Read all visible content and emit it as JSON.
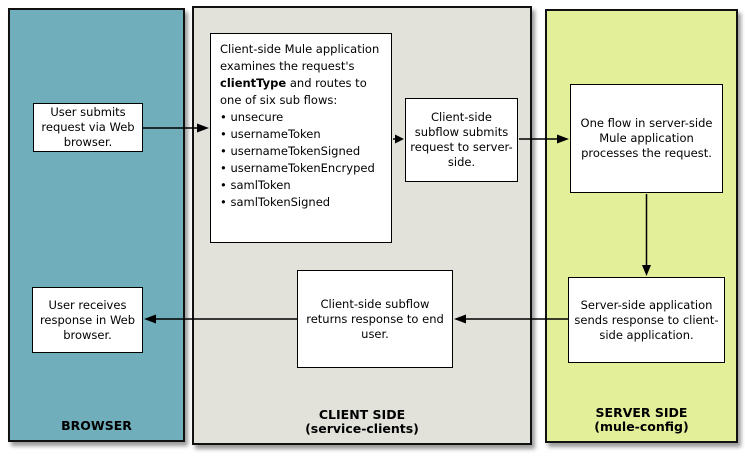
{
  "diagram": {
    "browser_column": {
      "label": "BROWSER",
      "color": "#6FAEBA",
      "user_submits_text": "User submits request via Web browser.",
      "user_receives_text": "User receives response in Web browser."
    },
    "client_column": {
      "label": "CLIENT SIDE",
      "sublabel": "(service-clients)",
      "color": "#E2E2DB",
      "examines": {
        "before_keyword": "Client-side Mule application examines the request's ",
        "keyword": "clientType",
        "after_keyword": " and routes to one of six sub flows:",
        "subflows": [
          "unsecure",
          "usernameToken",
          "usernameTokenSigned",
          "usernameTokenEncryped",
          "samlToken",
          "samlTokenSigned"
        ]
      },
      "submits_text": "Client-side subflow submits request to server-side.",
      "returns_text": "Client-side subflow returns response to end user."
    },
    "server_column": {
      "label": "SERVER SIDE",
      "sublabel": "(mule-config)",
      "color": "#E4EF9A",
      "one_flow_text": "One flow in server-side Mule application processes the request.",
      "sends_text": "Server-side application sends response to client-side application."
    }
  }
}
